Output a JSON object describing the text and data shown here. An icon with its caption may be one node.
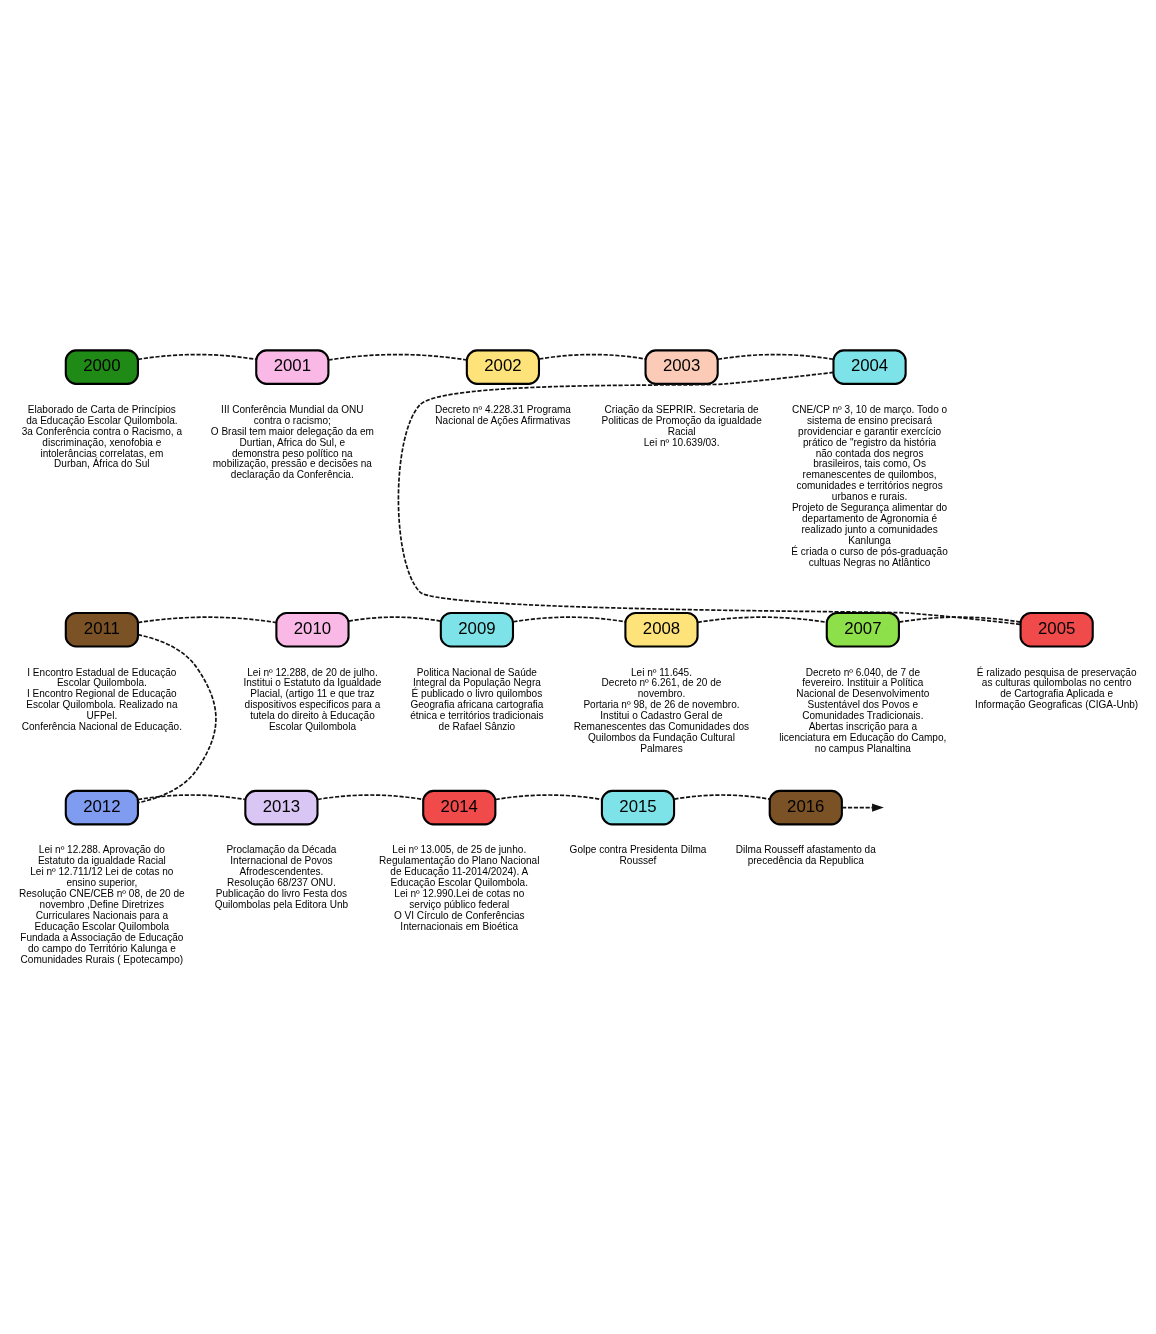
{
  "diagram": {
    "nodes": [
      {
        "text": [
          "2000"
        ],
        "beside": [
          "Elaborado de Carta de Princípios da Educação Escolar Quilombola.",
          "3a Conferência contra o Racismo, a discriminação, xenofobia e intolerâncias correlatas, em Durban, África do Sul"
        ]
      },
      {
        "text": [
          "2001"
        ],
        "beside": [
          "III Conferência Mundial da ONU contra o racismo;",
          "O Brasil tem maior delegação da em Durtian, Africa do Sul, e demonstra peso político na mobilização, pressão e decisões na declaração da Conferência."
        ]
      },
      {
        "text": [
          "2002"
        ],
        "beside": [
          "Decreto nº 4.228.31 Programa Nacional de Ações Afirmativas"
        ]
      },
      {
        "text": [
          "2003"
        ],
        "beside": [
          "Criação da SEPRIR. Secretaria de Politicas de Promoção da igualdade Racial",
          "Lei nº 10.639/03."
        ]
      },
      {
        "text": [
          "2004"
        ],
        "beside": [
          "CNE/CP nº 3, 10 de março. Todo o sistema de ensino precisará providenciar e garantir exercício prático de \"registro da história não contada dos negros brasileiros, tais como, Os remanescentes de quilombos, comunidades e territórios negros urbanos e rurais.",
          "Projeto de Segurança alimentar do departamento de Agronomia é realizado junto a comunidades Kanlunga",
          "É criada o curso de pós-graduação cultuas Negras no Atlântico"
        ]
      },
      {
        "text": [
          "2011"
        ],
        "beside": [
          "I Encontro Estadual de Educação Escolar Quilombola.",
          "I Encontro Regional de Educação Escolar Quilombola. Realizado na UFPel.",
          "Conferência Nacional de Educação."
        ]
      },
      {
        "text": [
          "2010"
        ],
        "beside": [
          "Lei nº 12.288, de 20 de julho. Institui o Estatuto da Igualdade Placial, (artigo 11 e que traz dispositivos especificos para a tutela do direito à Educação Escolar Quilombola"
        ]
      },
      {
        "text": [
          "2009"
        ],
        "beside": [
          "Politica Nacional de Saúde Integral da População Negra",
          "É publicado o livro quilombos Geografia africana cartografia étnica e territórios tradicionais de Rafael Sânzio"
        ]
      },
      {
        "text": [
          "2008"
        ],
        "beside": [
          "Lei nº 11.645.",
          "Decreto nº 6.261, de 20 de novembro.",
          "Portaria nº 98, de 26 de novembro. Institui o Cadastro Geral de Remanescentes das Comunidades dos Quilombos da Fundação Cultural Palmares"
        ]
      },
      {
        "text": [
          "2007"
        ],
        "beside": [
          "Decreto nº 6.040, de 7 de fevereiro. Instituir a Política Nacional de Desenvolvimento Sustentável dos Povos e Comunidades Tradicionais.",
          "Abertas inscrição para a licenciatura em Educação do Campo, no campus Planaltina"
        ]
      },
      {
        "text": [
          "2005"
        ],
        "beside": [
          "É ralizado pesquisa de preservação as culturas quilombolas no centro de Cartografia Aplicada e Informação Geograficas (CIGA-Unb)"
        ]
      },
      {
        "text": [
          "2012"
        ],
        "beside": [
          "Lei nº 12.288. Aprovação do Estatuto da igualdade Racial",
          "Lei nº 12.711/12 Lei de cotas no ensino superior,",
          "Resolução CNE/CEB nº 08, de 20 de novembro ,Define Diretrizes Curriculares Nacionais para a Educação Escolar Quilombola",
          "Fundada a Associação de Educação do campo do Território Kalunga e Comunidades Rurais ( Epotecampo)"
        ]
      },
      {
        "text": [
          "2013"
        ],
        "beside": [
          "Proclamação da Década Internacional de Povos Afrodescendentes.",
          "Resolução 68/237 ONU.",
          "Publicação do livro Festa dos Quilombolas pela Editora Unb"
        ]
      },
      {
        "text": [
          "2014"
        ],
        "beside": [
          "Lei nº 13.005, de 25 de junho. Regulamentação do Plano Nacional de Educação 11-2014/2024). A Educação Escolar Quilombola.",
          "Lei nº 12.990.Lei de cotas no serviço público federal",
          "O VI Círculo de Conferências Internacionais em Bioética"
        ]
      },
      {
        "text": [
          "2015"
        ],
        "beside": [
          "Golpe contra Presidenta Dilma Roussef"
        ]
      },
      {
        "text": [
          "2016"
        ],
        "beside": [
          "Dilma Rousseff afastamento da precedência da Republica"
        ]
      }
    ],
    "edges": [
      {
        "from": 0,
        "to": 1,
        "arrow": "none",
        "style": "dashed"
      },
      {
        "from": 1,
        "to": 2,
        "arrow": "none",
        "style": "dashed"
      },
      {
        "from": 2,
        "to": 3,
        "arrow": "none",
        "style": "dashed"
      },
      {
        "from": 3,
        "to": 4,
        "arrow": "none",
        "style": "dashed"
      },
      {
        "from": 4,
        "to": 10,
        "arrow": "none",
        "style": "dashed"
      },
      {
        "from": 9,
        "to": 10,
        "arrow": "none",
        "style": "dashed"
      },
      {
        "from": 8,
        "to": 9,
        "arrow": "none",
        "style": "dashed"
      },
      {
        "from": 7,
        "to": 8,
        "arrow": "none",
        "style": "dashed"
      },
      {
        "from": 6,
        "to": 7,
        "arrow": "none",
        "style": "dashed"
      },
      {
        "from": 5,
        "to": 6,
        "arrow": "none",
        "style": "dashed"
      },
      {
        "from": 5,
        "to": 11,
        "arrow": "none",
        "style": "dashed"
      },
      {
        "from": 11,
        "to": 12,
        "arrow": "none",
        "style": "dashed"
      },
      {
        "from": 12,
        "to": 13,
        "arrow": "none",
        "style": "dashed"
      },
      {
        "from": 13,
        "to": 14,
        "arrow": "none",
        "style": "dashed"
      },
      {
        "from": 14,
        "to": 15,
        "arrow": "none",
        "style": "dashed"
      },
      {
        "from": 15,
        "to": null,
        "arrow": "to",
        "style": "dashed"
      }
    ]
  }
}
